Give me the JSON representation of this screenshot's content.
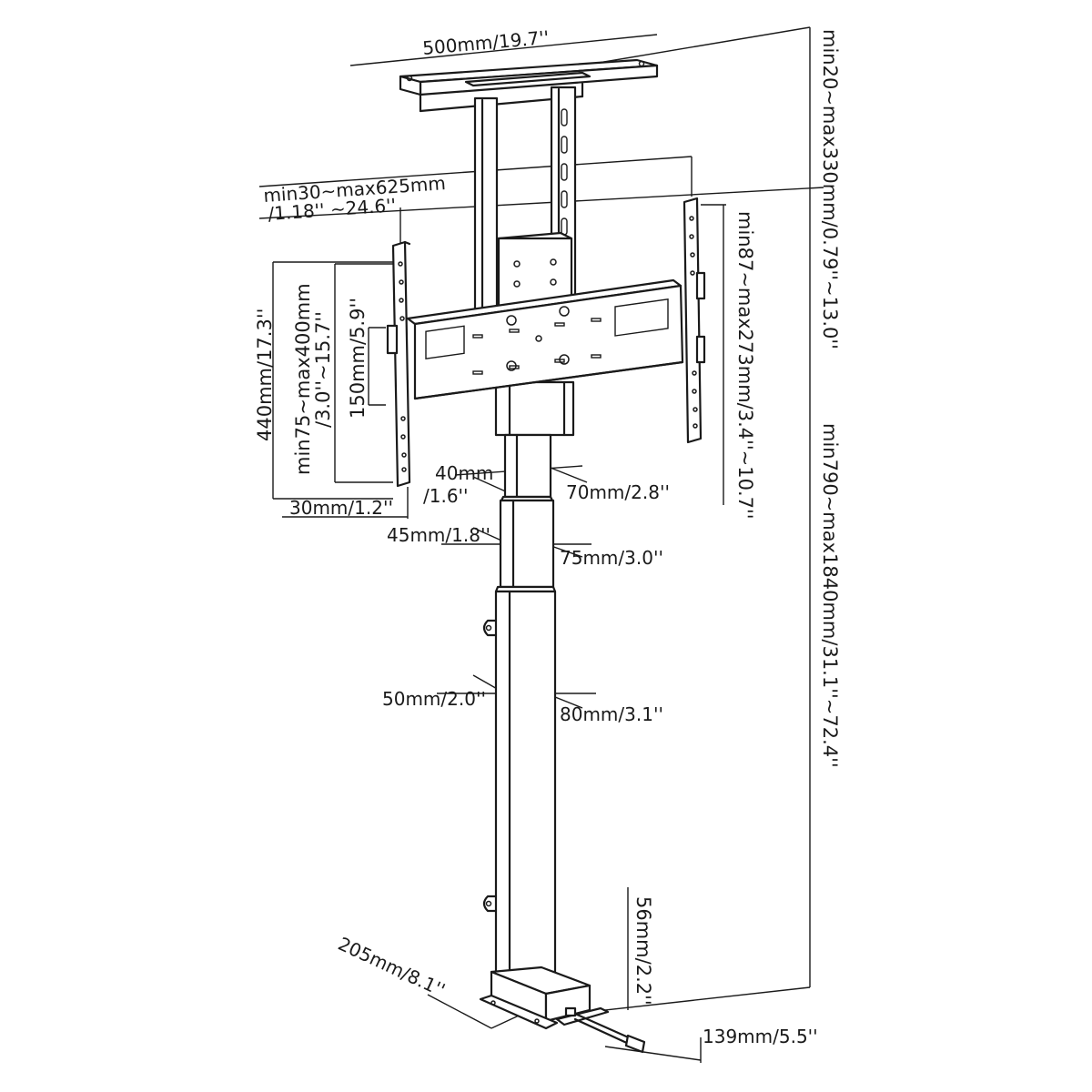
{
  "labels": {
    "plate_width": "500mm/19.7''",
    "arm_span_1": "min30~max625mm",
    "arm_span_2": "/1.18'' ~24.6''",
    "mount_height": "440mm/17.3''",
    "vesa_h_1": "min75~max400mm",
    "vesa_h_2": "/3.0''~15.7''",
    "vesa_small": "150mm/5.9''",
    "arm_depth": "30mm/1.2''",
    "vesa_w": "min87~max273mm/3.4''~10.7''",
    "ceiling_gap": "min20~max330mm/0.79''~13.0''",
    "pole_length": "min790~max1840mm/31.1''~72.4''",
    "tube1_d_1": "40mm",
    "tube1_d_2": "/1.6''",
    "tube1_w": "70mm/2.8''",
    "tube2_d": "45mm/1.8''",
    "tube2_w": "75mm/3.0''",
    "tube3_d": "50mm/2.0''",
    "tube3_w": "80mm/3.1''",
    "base_height": "56mm/2.2''",
    "base_depth": "205mm/8.1''",
    "base_width": "139mm/5.5''"
  },
  "colors": {
    "line": "#1a1a1a",
    "background": "#ffffff"
  }
}
